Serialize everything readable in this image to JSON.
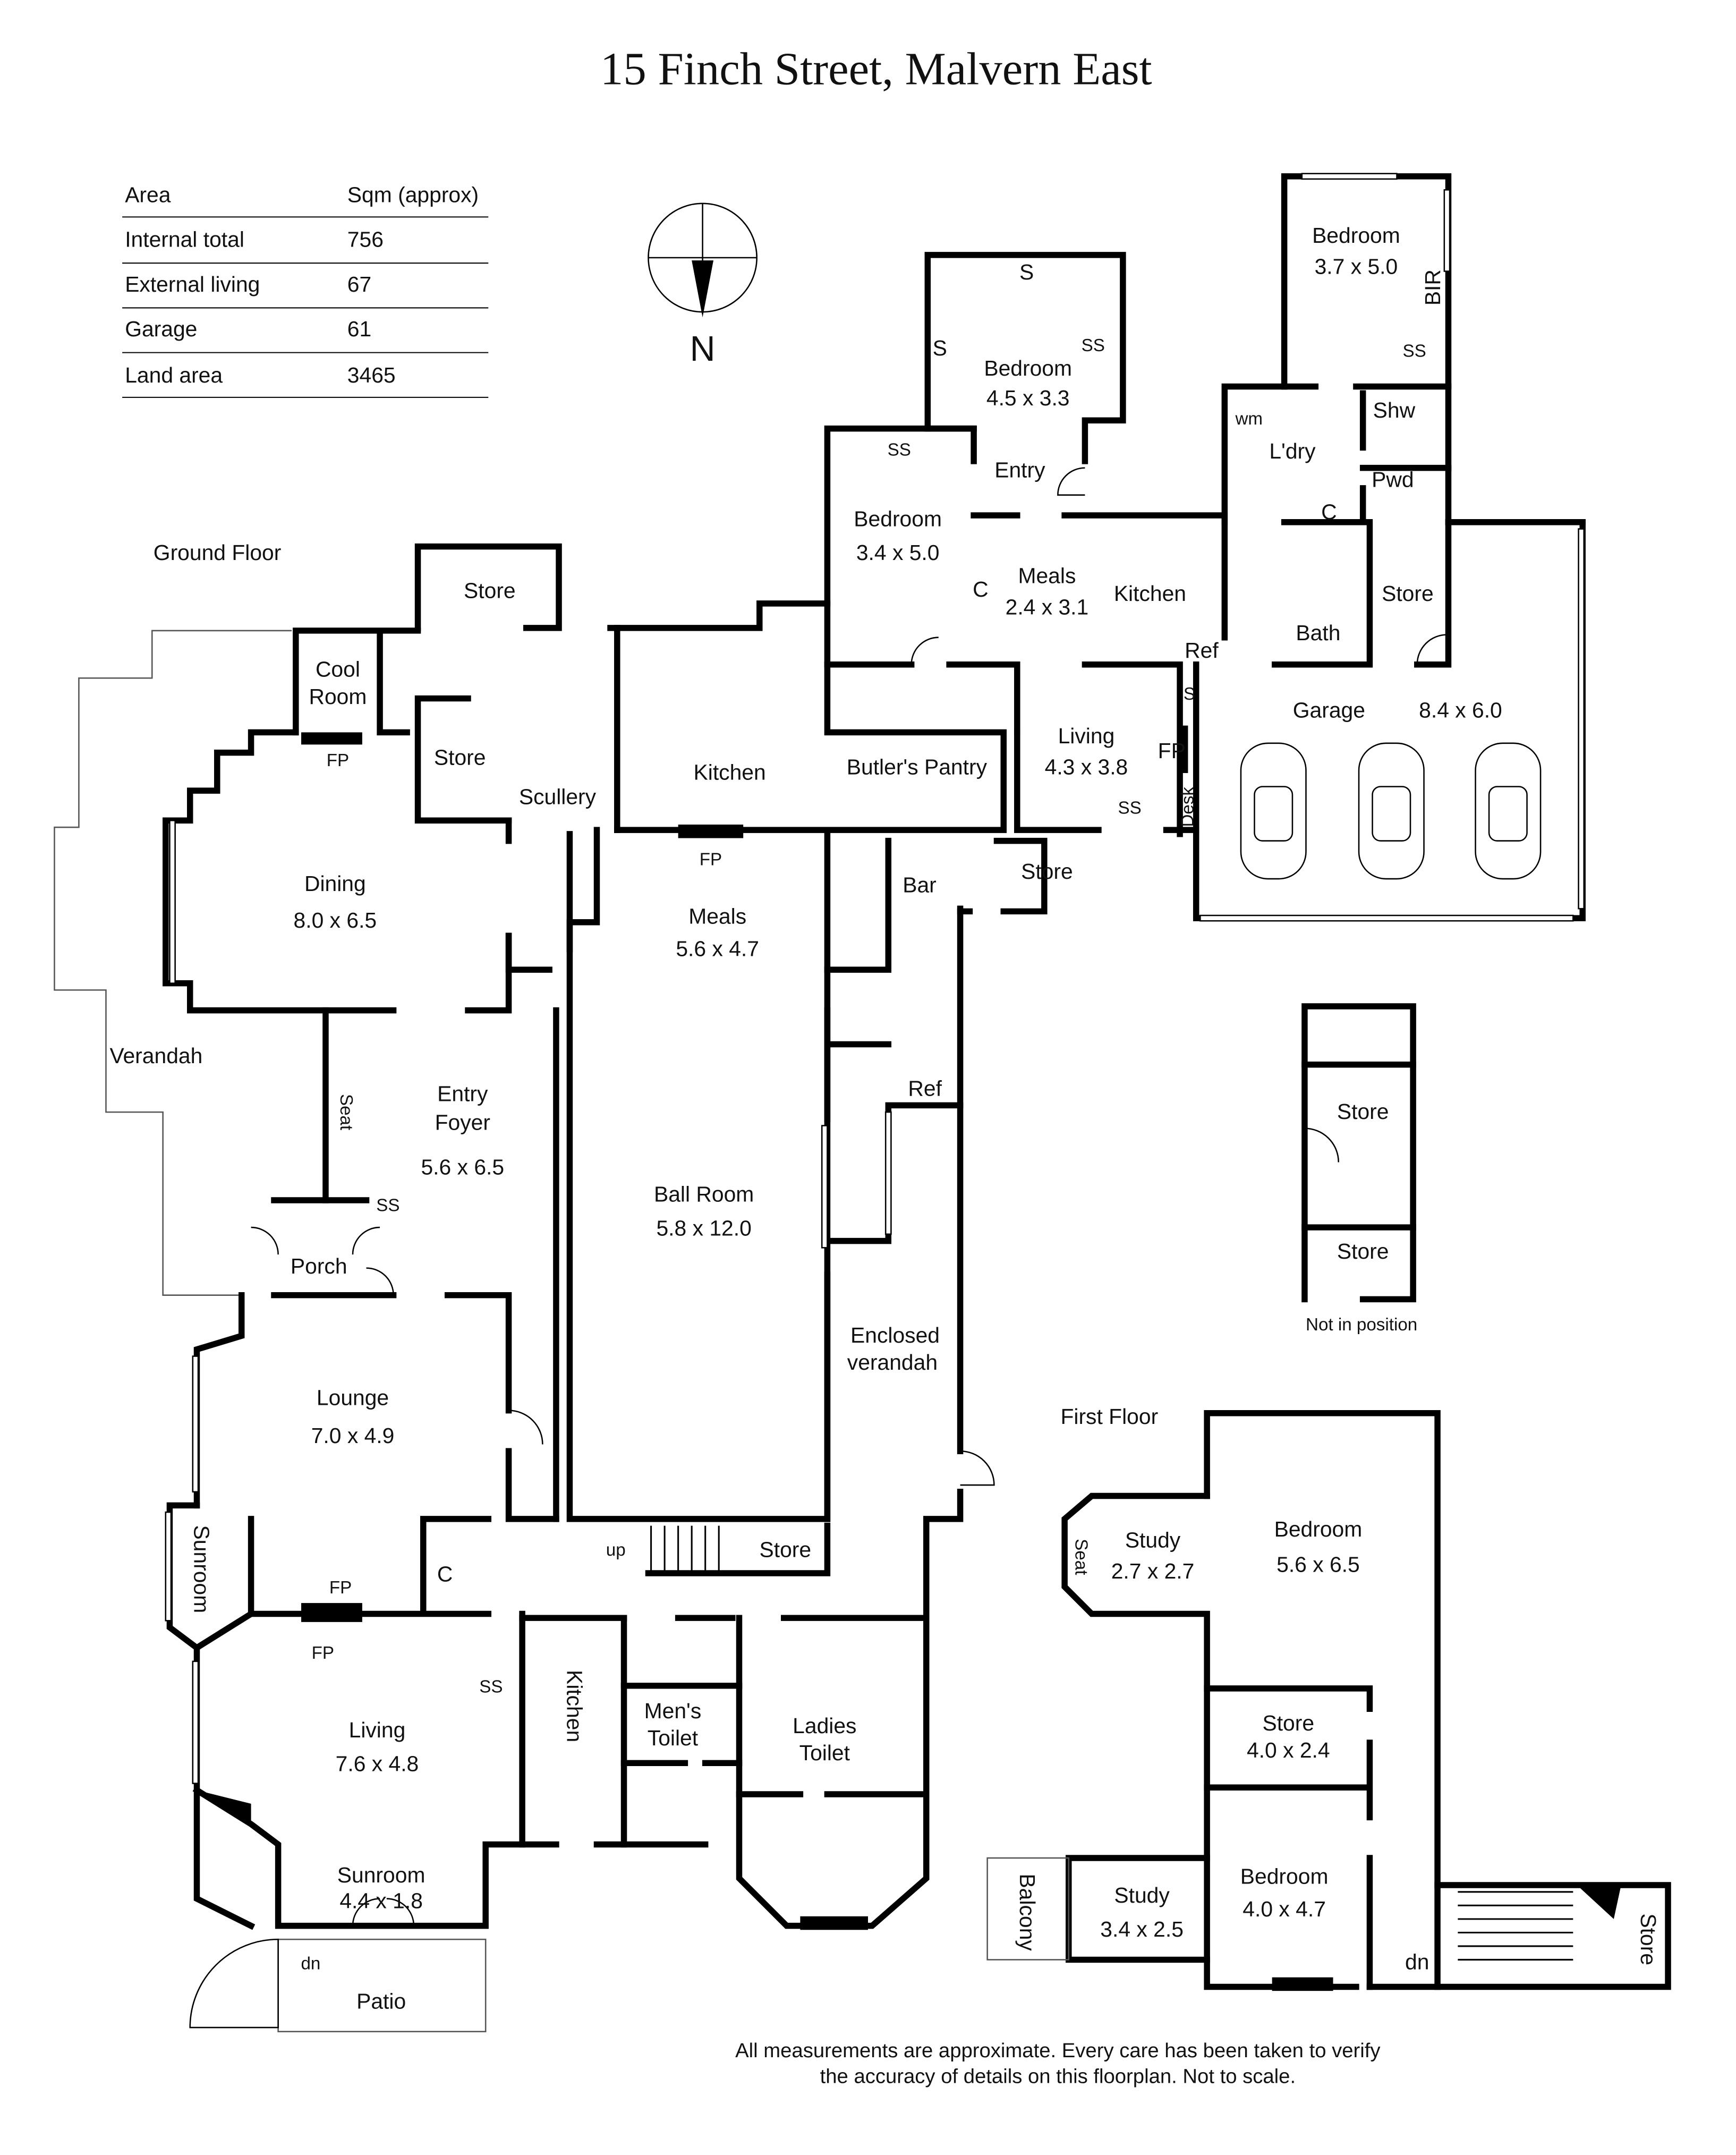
{
  "title": "15 Finch Street, Malvern East",
  "area_table": {
    "header": [
      "Area",
      "Sqm (approx)"
    ],
    "rows": [
      [
        "Internal total",
        "756"
      ],
      [
        "External living",
        "67"
      ],
      [
        "Garage",
        "61"
      ],
      [
        "Land area",
        "3465"
      ]
    ]
  },
  "compass": {
    "label": "N"
  },
  "floors": {
    "ground": "Ground Floor",
    "first": "First Floor"
  },
  "rooms": {
    "bedroom_ne": [
      "Bedroom",
      "3.7 x 5.0"
    ],
    "bir": "BIR",
    "bedroom_n": [
      "Bedroom",
      "4.5 x 3.3"
    ],
    "bedroom_w": [
      "Bedroom",
      "3.4 x 5.0"
    ],
    "entry": "Entry",
    "meals_small": [
      "Meals",
      "2.4 x 3.1"
    ],
    "kitchen_small": "Kitchen",
    "ldry": "L'dry",
    "wm": "wm",
    "shw": "Shw",
    "pwd": "Pwd",
    "bath": "Bath",
    "store_bath": "Store",
    "garage": [
      "Garage",
      "8.4 x 6.0"
    ],
    "living_small": [
      "Living",
      "4.3 x 3.8"
    ],
    "desk": "Desk",
    "store_top": "Store",
    "cool_room": [
      "Cool",
      "Room"
    ],
    "store_scullery": "Store",
    "scullery": "Scullery",
    "kitchen_main": "Kitchen",
    "butlers_pantry": "Butler's Pantry",
    "store_bar": "Store",
    "bar": "Bar",
    "dining": [
      "Dining",
      "8.0 x 6.5"
    ],
    "meals_main": [
      "Meals",
      "5.6 x 4.7"
    ],
    "verandah": "Verandah",
    "seat": "Seat",
    "entry_foyer": [
      "Entry",
      "Foyer",
      "5.6 x 6.5"
    ],
    "ball_room": [
      "Ball Room",
      "5.8 x 12.0"
    ],
    "ref": "Ref",
    "porch": "Porch",
    "enclosed_verandah": [
      "Enclosed",
      "verandah"
    ],
    "lounge": [
      "Lounge",
      "7.0 x 4.9"
    ],
    "sunroom_w": "Sunroom",
    "up": "up",
    "store_stair": "Store",
    "c": "C",
    "living_main": [
      "Living",
      "7.6 x 4.8"
    ],
    "kitchenette": "Kitchen",
    "mens_toilet": [
      "Men's",
      "Toilet"
    ],
    "ladies_toilet": [
      "Ladies",
      "Toilet"
    ],
    "sunroom_s": [
      "Sunroom",
      "4.4 x 1.8"
    ],
    "dn": "dn",
    "patio": "Patio",
    "fp": "FP",
    "ss": "SS",
    "s": "S"
  },
  "outbuilding": {
    "stores": [
      "Store",
      "Store"
    ],
    "note": "Not in position"
  },
  "first_floor": {
    "study_1": [
      "Study",
      "2.7 x 2.7"
    ],
    "seat": "Seat",
    "bedroom_1": [
      "Bedroom",
      "5.6 x 6.5"
    ],
    "store": [
      "Store",
      "4.0 x 2.4"
    ],
    "bedroom_2": [
      "Bedroom",
      "4.0 x 4.7"
    ],
    "study_2": [
      "Study",
      "3.4 x 2.5"
    ],
    "balcony": "Balcony",
    "dn": "dn",
    "store_stair": "Store"
  },
  "disclaimer": [
    "All measurements are approximate.  Every care has been taken to verify",
    "the accuracy of details on this floorplan. Not to scale."
  ]
}
